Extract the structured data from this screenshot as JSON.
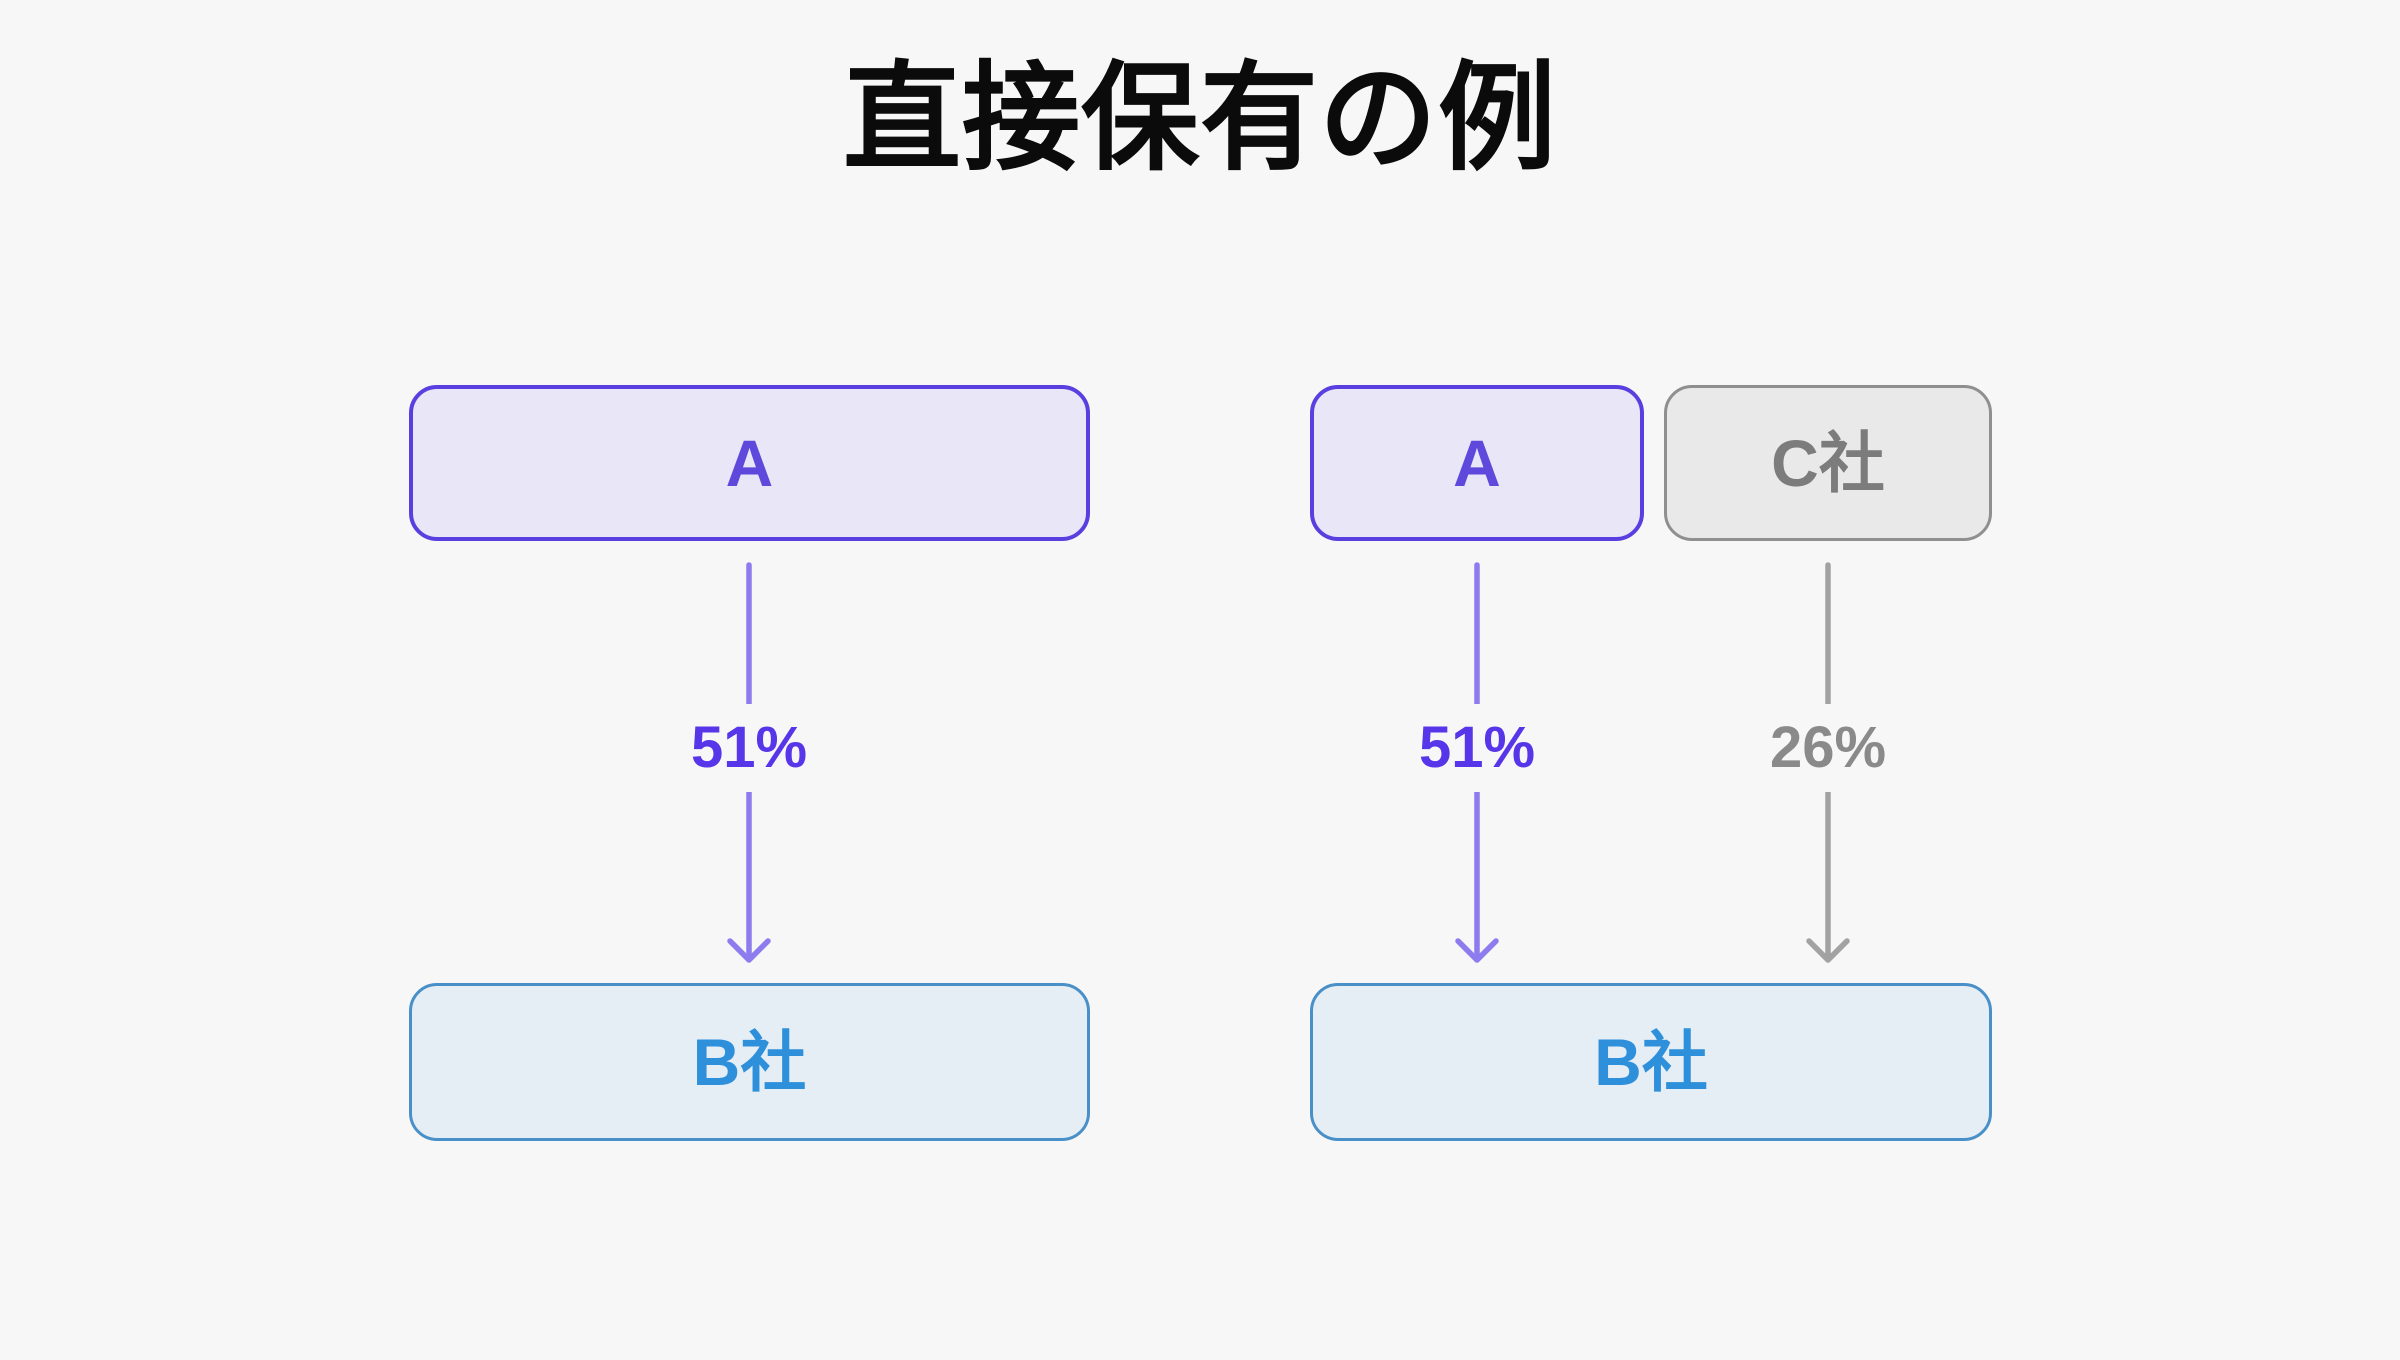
{
  "title": "直接保有の例",
  "colors": {
    "background": "#f7f7f7",
    "title_text": "#0b0b0b",
    "parent_accent": "#5a3fe0",
    "parent_fill": "#e9e6f7",
    "parent_text": "#5f48dc",
    "parent_arrow": "#8d7cee",
    "parent_pct_text": "#5735e8",
    "other_accent": "#8f8f8f",
    "other_fill": "#e9e9e9",
    "other_text": "#7c7c7c",
    "other_arrow": "#a2a2a2",
    "other_pct_text": "#8a8a8a",
    "subsidiary_accent": "#4a90c8",
    "subsidiary_fill": "#e5edf5",
    "subsidiary_text": "#2e90da"
  },
  "diagram": {
    "left_example": {
      "parent_label": "A",
      "ownership_label": "51%",
      "child_label": "B社"
    },
    "right_example": {
      "parent_a_label": "A",
      "parent_c_label": "C社",
      "ownership_a_label": "51%",
      "ownership_c_label": "26%",
      "child_label": "B社"
    }
  }
}
